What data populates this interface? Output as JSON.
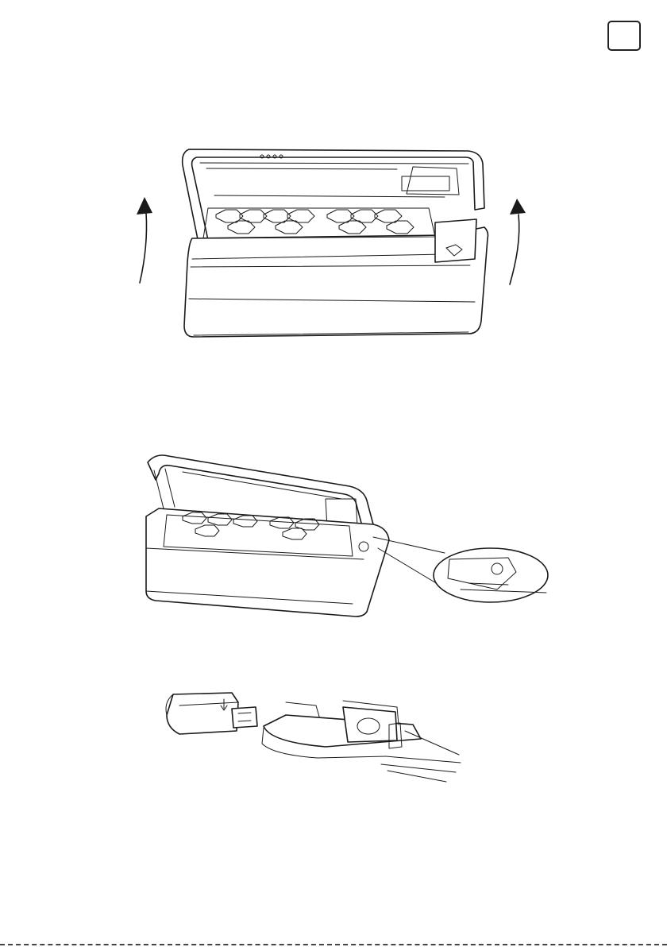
{
  "page": {
    "figures": [
      {
        "id": "fig-open-panel",
        "icon": "arrow-up-icon"
      },
      {
        "id": "fig-open-unit-detail",
        "icon": "magnify-callout-icon"
      },
      {
        "id": "fig-insert-usb",
        "icon": "usb-module-icon"
      }
    ],
    "colors": {
      "ink": "#1a1a1a",
      "paper": "#ffffff"
    }
  }
}
